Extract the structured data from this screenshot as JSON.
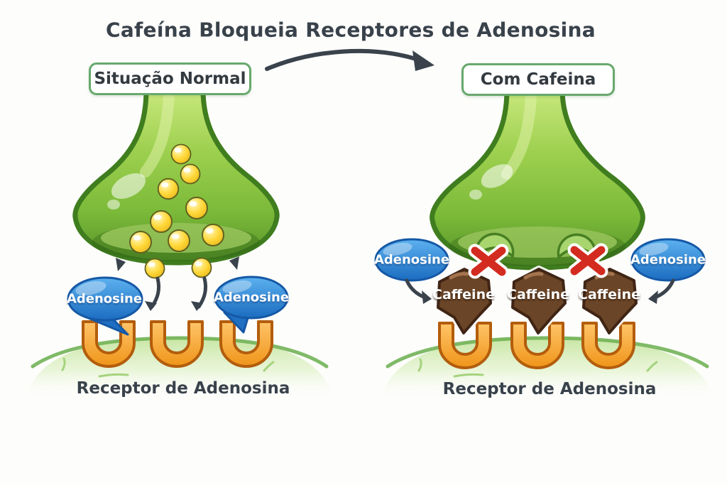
{
  "title": "Cafeína Bloqueia Receptores de Adenosina",
  "panels": {
    "normal": {
      "label": "Situação Normal",
      "receptor_label": "Receptor de Adenosina",
      "bubbles": [
        "Adenosine",
        "Adenosine"
      ],
      "molecule_count": 10,
      "receptor_count": 3
    },
    "caffeine": {
      "label": "Com Cafeina",
      "receptor_label": "Receptor de Adenosina",
      "bubbles": [
        "Adenosine",
        "Adenosine"
      ],
      "blockers": [
        "Caffeine",
        "Caffeine",
        "Caffeine"
      ],
      "blocked_marks": 2,
      "receptor_count": 3
    }
  },
  "colors": {
    "text": "#39424b",
    "box_border": "#68a96e",
    "neuron_green": "#8cc544",
    "neuron_border": "#3f7d1f",
    "adenosine_blue": "#2e82d4",
    "receptor_orange": "#f6a52c",
    "caffeine_brown": "#6b4527",
    "block_red": "#d32b20",
    "molecule_yellow": "#ffd83a",
    "membrane_green": "#c8e6a0"
  }
}
